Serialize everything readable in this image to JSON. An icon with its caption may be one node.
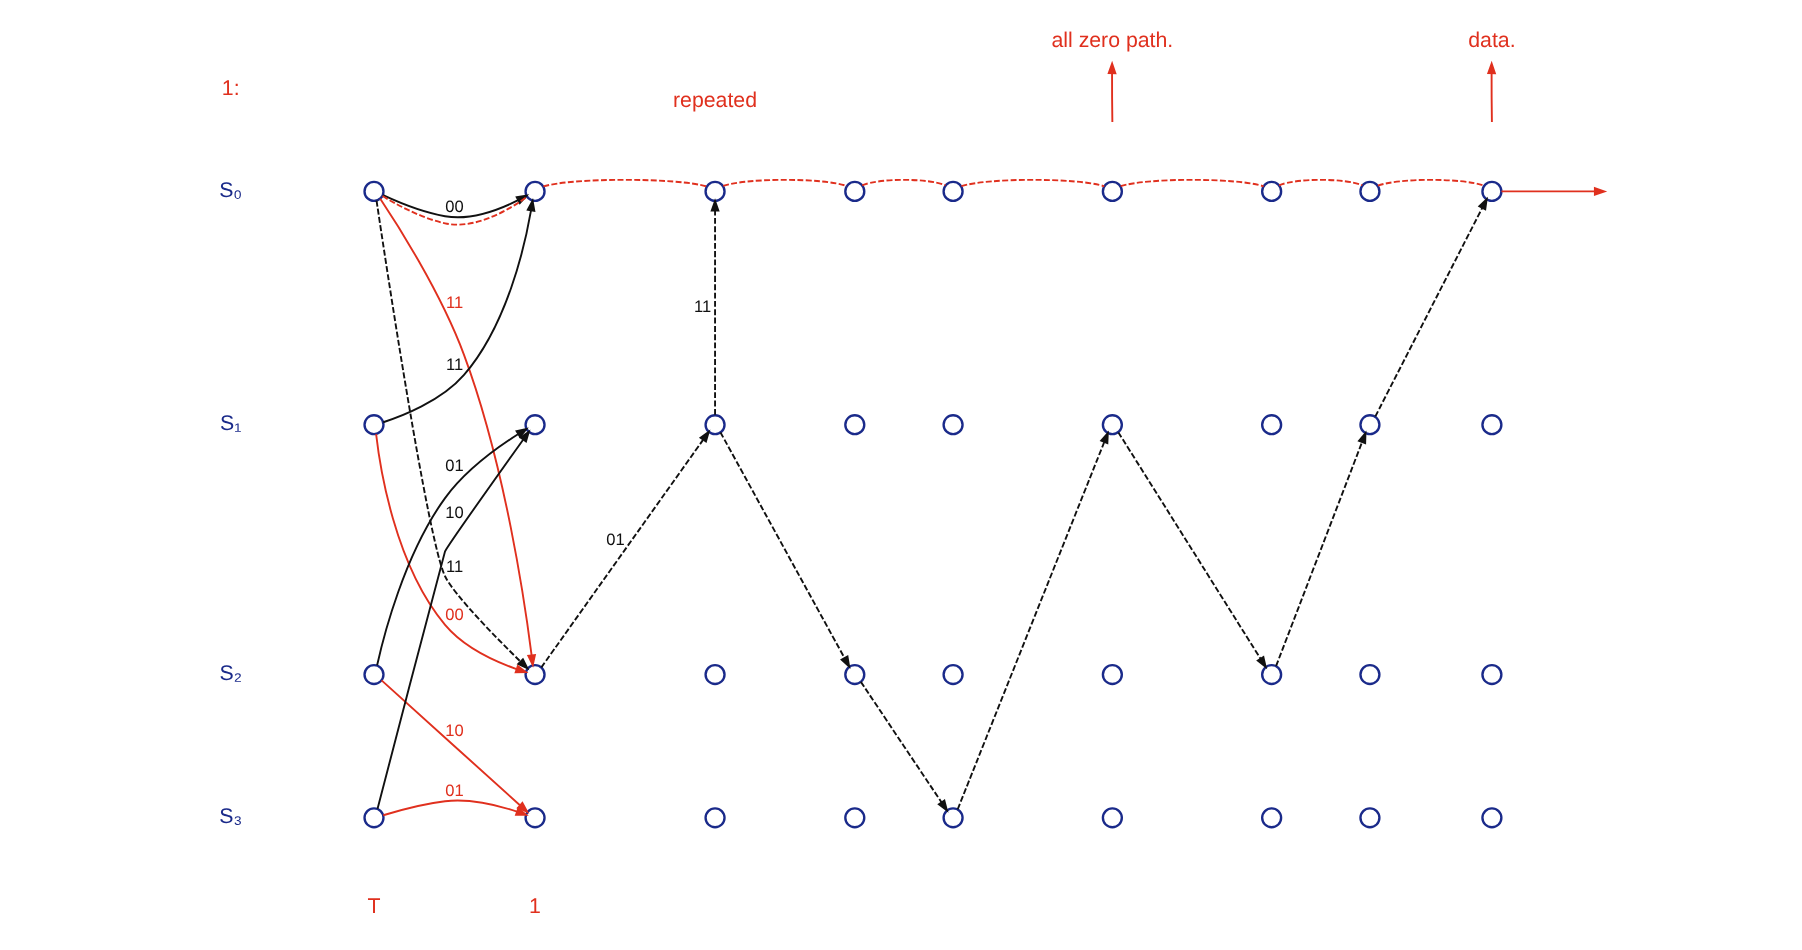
{
  "diagram": {
    "nodes": [
      {
        "text": [],
        "shape": "circle"
      },
      {
        "text": [],
        "shape": "circle"
      },
      {
        "text": [],
        "shape": "circle"
      },
      {
        "text": [],
        "shape": "circle"
      },
      {
        "text": [],
        "shape": "circle"
      },
      {
        "text": [],
        "shape": "circle"
      },
      {
        "text": [],
        "shape": "circle"
      },
      {
        "text": [],
        "shape": "circle"
      },
      {
        "text": [],
        "shape": "circle"
      },
      {
        "text": [],
        "shape": "circle"
      },
      {
        "text": [],
        "shape": "circle"
      },
      {
        "text": [],
        "shape": "circle"
      },
      {
        "text": [],
        "shape": "circle"
      },
      {
        "text": [],
        "shape": "circle"
      },
      {
        "text": [],
        "shape": "circle"
      },
      {
        "text": [],
        "shape": "circle"
      },
      {
        "text": [],
        "shape": "circle"
      },
      {
        "text": [],
        "shape": "circle"
      },
      {
        "text": [],
        "shape": "circle"
      },
      {
        "text": [],
        "shape": "circle"
      },
      {
        "text": [],
        "shape": "circle"
      },
      {
        "text": [],
        "shape": "circle"
      },
      {
        "text": [],
        "shape": "circle"
      },
      {
        "text": [],
        "shape": "circle"
      },
      {
        "text": [],
        "shape": "circle"
      },
      {
        "text": [],
        "shape": "circle"
      },
      {
        "text": [],
        "shape": "circle"
      },
      {
        "text": [],
        "shape": "circle"
      },
      {
        "text": [],
        "shape": "circle"
      },
      {
        "text": [],
        "shape": "circle"
      },
      {
        "text": [],
        "shape": "circle"
      },
      {
        "text": [],
        "shape": "circle"
      },
      {
        "text": [],
        "shape": "circle"
      },
      {
        "text": [],
        "shape": "circle"
      },
      {
        "text": [],
        "shape": "circle"
      },
      {
        "text": [],
        "shape": "circle"
      },
      {
        "text": [
          "all zero path."
        ]
      },
      {
        "text": [
          "data."
        ]
      }
    ],
    "edges": [
      {
        "from": 0,
        "to": 4,
        "arrow": "to",
        "label": "00",
        "color": "#111111"
      },
      {
        "from": 1,
        "to": 4,
        "arrow": "to",
        "label": "11",
        "color": "#111111"
      },
      {
        "from": 0,
        "to": 6,
        "arrow": "to",
        "label": "11",
        "color": "#e0301e"
      },
      {
        "from": 1,
        "to": 6,
        "arrow": "to",
        "label": "00",
        "color": "#e0301e"
      },
      {
        "from": 2,
        "to": 5,
        "arrow": "to",
        "label": "01",
        "color": "#111111"
      },
      {
        "from": 3,
        "to": 5,
        "arrow": "to",
        "label": "10",
        "color": "#111111"
      },
      {
        "from": 2,
        "to": 7,
        "arrow": "to",
        "label": "10",
        "color": "#e0301e"
      },
      {
        "from": 3,
        "to": 7,
        "arrow": "to",
        "label": "01",
        "color": "#e0301e"
      },
      {
        "from": 0,
        "to": 6,
        "arrow": "to",
        "label": "11",
        "style": "dashed",
        "color": "#111111"
      },
      {
        "from": 6,
        "to": 9,
        "arrow": "to",
        "label": "01",
        "style": "dashed",
        "color": "#111111"
      },
      {
        "from": 9,
        "to": 8,
        "arrow": "to",
        "label": "11",
        "style": "dashed",
        "color": "#111111"
      },
      {
        "from": 9,
        "to": 14,
        "arrow": "to",
        "style": "dashed",
        "color": "#111111"
      },
      {
        "from": 14,
        "to": 19,
        "arrow": "to",
        "style": "dashed",
        "color": "#111111"
      },
      {
        "from": 19,
        "to": 21,
        "arrow": "to",
        "style": "dashed",
        "color": "#111111"
      },
      {
        "from": 21,
        "to": 26,
        "arrow": "to",
        "style": "dashed",
        "color": "#111111"
      },
      {
        "from": 26,
        "to": 29,
        "arrow": "to",
        "style": "dashed",
        "color": "#111111"
      },
      {
        "from": 29,
        "to": 32,
        "arrow": "to",
        "style": "dashed",
        "color": "#111111"
      },
      {
        "from": 0,
        "to": 4,
        "arrow": "none",
        "style": "dashed",
        "color": "#e0301e"
      },
      {
        "from": 4,
        "to": 8,
        "arrow": "none",
        "style": "dashed",
        "color": "#e0301e"
      },
      {
        "from": 8,
        "to": 12,
        "arrow": "none",
        "style": "dashed",
        "color": "#e0301e"
      },
      {
        "from": 12,
        "to": 16,
        "arrow": "none",
        "style": "dashed",
        "color": "#e0301e"
      },
      {
        "from": 16,
        "to": 20,
        "arrow": "none",
        "style": "dashed",
        "color": "#e0301e"
      },
      {
        "from": 20,
        "to": 24,
        "arrow": "none",
        "style": "dashed",
        "color": "#e0301e"
      },
      {
        "from": 24,
        "to": 28,
        "arrow": "none",
        "style": "dashed",
        "color": "#e0301e"
      },
      {
        "from": 28,
        "to": 32,
        "arrow": "none",
        "style": "dashed",
        "color": "#e0301e"
      },
      {
        "from": 32,
        "to": null,
        "arrow": "to",
        "color": "#e0301e"
      },
      {
        "from": null,
        "to": 36,
        "arrow": "to",
        "color": "#e0301e"
      },
      {
        "from": null,
        "to": 37,
        "arrow": "to",
        "color": "#e0301e"
      }
    ],
    "labels": [
      "1:",
      "repeated",
      "S₀",
      "S₁",
      "S₂",
      "S₃",
      "1",
      "T"
    ]
  }
}
